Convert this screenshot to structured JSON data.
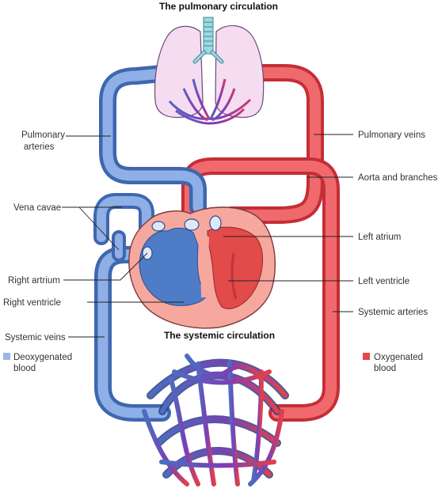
{
  "titles": {
    "pulmonary": "The pulmonary circulation",
    "systemic": "The systemic circulation"
  },
  "labels": {
    "pulmonary_arteries_1": "Pulmonary",
    "pulmonary_arteries_2": "arteries",
    "vena_cavae": "Vena cavae",
    "right_atrium": "Right artrium",
    "right_ventricle": "Right ventricle",
    "systemic_veins": "Systemic veins",
    "pulmonary_veins": "Pulmonary veins",
    "aorta": "Aorta and branches",
    "left_atrium": "Left atrium",
    "left_ventricle": "Left ventricle",
    "systemic_arteries": "Systemic arteries"
  },
  "legend": {
    "deoxygenated_1": "Deoxygenated",
    "deoxygenated_2": "blood",
    "oxygenated_1": "Oxygenated",
    "oxygenated_2": "blood"
  },
  "colors": {
    "deoxygenated": "#5b84c9",
    "oxygenated": "#e8464a",
    "lung_fill": "#f5dcf0",
    "heart_outer": "#f6a79e"
  }
}
